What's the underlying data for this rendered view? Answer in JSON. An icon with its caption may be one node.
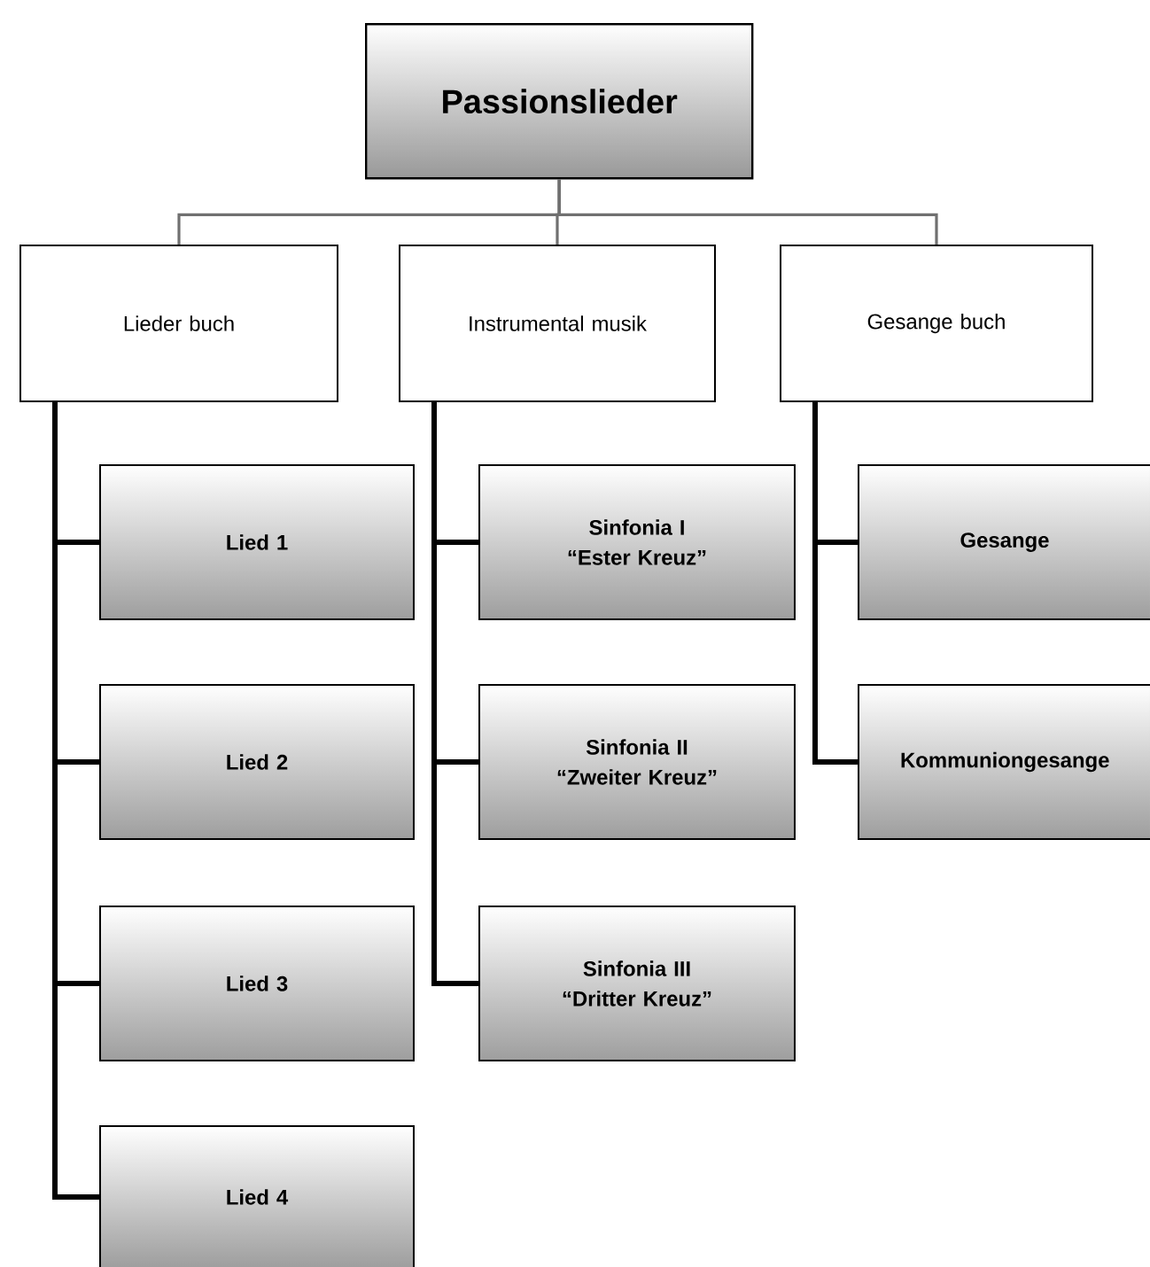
{
  "diagram": {
    "nodes": [
      {
        "text": [
          "Passionslieder"
        ]
      },
      {
        "text": [
          "Lieder buch"
        ]
      },
      {
        "text": [
          "Instrumental musik"
        ]
      },
      {
        "text": [
          "Gesange buch"
        ]
      },
      {
        "text": [
          "Lied 1"
        ]
      },
      {
        "text": [
          "Lied 2"
        ]
      },
      {
        "text": [
          "Lied 3"
        ]
      },
      {
        "text": [
          "Lied 4"
        ]
      },
      {
        "text": [
          "Sinfonia I “Ester Kreuz”"
        ]
      },
      {
        "text": [
          "Sinfonia II “Zweiter Kreuz”"
        ]
      },
      {
        "text": [
          "Sinfonia III “Dritter Kreuz”"
        ]
      },
      {
        "text": [
          "Gesange"
        ]
      },
      {
        "text": [
          "Kommuniongesange"
        ]
      }
    ],
    "edges": [
      {
        "from": 0,
        "to": 1,
        "arrow": "none",
        "color": "#707070"
      },
      {
        "from": 0,
        "to": 2,
        "arrow": "none",
        "color": "#707070"
      },
      {
        "from": 0,
        "to": 3,
        "arrow": "none",
        "color": "#707070"
      },
      {
        "from": 1,
        "to": 4,
        "arrow": "none"
      },
      {
        "from": 1,
        "to": 5,
        "arrow": "none"
      },
      {
        "from": 1,
        "to": 6,
        "arrow": "none"
      },
      {
        "from": 1,
        "to": 7,
        "arrow": "none"
      },
      {
        "from": 2,
        "to": 8,
        "arrow": "none"
      },
      {
        "from": 2,
        "to": 9,
        "arrow": "none"
      },
      {
        "from": 2,
        "to": 10,
        "arrow": "none"
      },
      {
        "from": 3,
        "to": 11,
        "arrow": "none"
      },
      {
        "from": 3,
        "to": 12,
        "arrow": "none"
      }
    ]
  }
}
